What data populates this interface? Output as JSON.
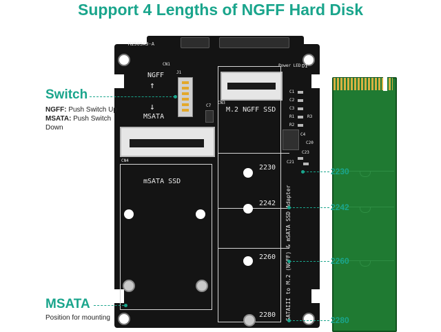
{
  "title": "Support 4 Lengths of NGFF Hard Disk",
  "board": {
    "model": "M2505A9-A",
    "cn_top": "CN1",
    "power_led": "Power LED",
    "d_label": "D1",
    "j_label": "J1",
    "ngff_switch_label": "NGFF",
    "msata_switch_label": "MSATA",
    "c7": "C7",
    "cn3": "CN3",
    "cn4": "CN4",
    "m2_label": "M.2  NGFF SSD",
    "msata_label": "mSATA SSD",
    "vertical_text": "SATAIII to M.2 (NGFF) & mSATA SSD Adapter",
    "components": [
      "C1",
      "C2",
      "C3",
      "R1",
      "R2",
      "R3",
      "C4",
      "C20",
      "C21",
      "C23"
    ],
    "lengths": [
      "2230",
      "2242",
      "2260",
      "2280"
    ]
  },
  "callouts": {
    "switch_title": "Switch",
    "ngff_term": "NGFF:",
    "ngff_desc": "Push Switch  Up",
    "msata_term": "MSATA:",
    "msata_desc": "Push Switch Down",
    "msata_title": "MSATA",
    "msata_position": "Position for mounting"
  },
  "length_labels": [
    "2230",
    "2242",
    "2260",
    "2280"
  ],
  "icons": {
    "arrow_up": "↑",
    "arrow_down": "↓"
  },
  "colors": {
    "accent": "#1aa58c",
    "pcb": "#141414",
    "m2_pcb": "#1f7a32",
    "contacts": "#d8b142"
  }
}
